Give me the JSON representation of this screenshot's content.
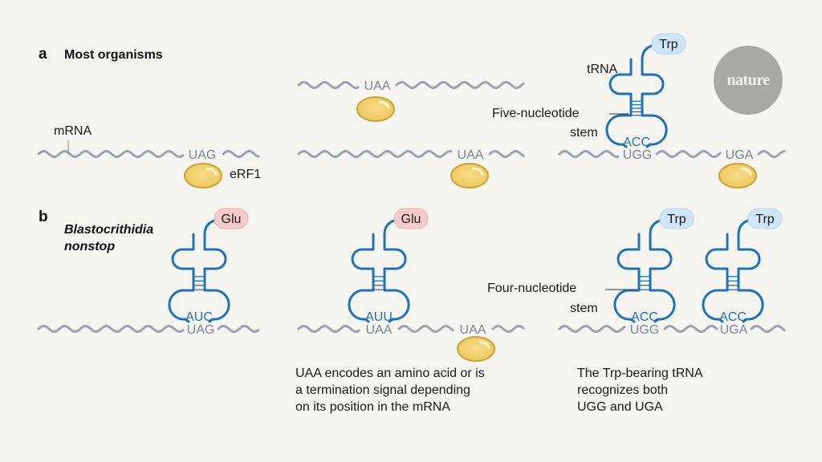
{
  "panel_a": {
    "letter": "a",
    "title": "Most organisms",
    "mrna_label": "mRNA",
    "erf1_label": "eRF1",
    "trna_label": "tRNA",
    "stem_label_line1": "Five-nucleotide",
    "stem_label_line2": "stem",
    "scene1": {
      "codon": "UAG"
    },
    "scene2": {
      "codon_top": "UAA",
      "codon_bottom": "UAA"
    },
    "scene3": {
      "amino_acid": "Trp",
      "anticodon": "ACC",
      "codon1": "UGG",
      "codon2": "UGA"
    }
  },
  "panel_b": {
    "letter": "b",
    "title_line1": "Blastocrithidia",
    "title_line2": "nonstop",
    "stem_label_line1": "Four-nucleotide",
    "stem_label_line2": "stem",
    "scene1": {
      "amino_acid": "Glu",
      "anticodon": "AUC",
      "codon": "UAG"
    },
    "scene2": {
      "amino_acid": "Glu",
      "anticodon": "AUU",
      "codon1": "UAA",
      "codon2": "UAA"
    },
    "scene3": {
      "trna1": {
        "amino_acid": "Trp",
        "anticodon": "ACC",
        "codon": "UGG"
      },
      "trna2": {
        "amino_acid": "Trp",
        "anticodon": "ACC",
        "codon": "UGA"
      }
    },
    "caption_middle": [
      "UAA encodes an amino acid or is",
      "a termination signal depending",
      "on its position in the mRNA"
    ],
    "caption_right": [
      "The Trp-bearing tRNA",
      "recognizes both",
      "UGG and UGA"
    ]
  },
  "logo": {
    "text": "nature"
  },
  "colors": {
    "background": "#f5f4ef",
    "mrna": "#9aa3b5",
    "trna": "#1f72b8",
    "erf1_fill": "#f0cf6e",
    "erf1_stroke": "#c9a335",
    "trp_bubble": "#cfe6f8",
    "glu_bubble": "#f7c9c9",
    "logo": "#a9a8a4"
  }
}
